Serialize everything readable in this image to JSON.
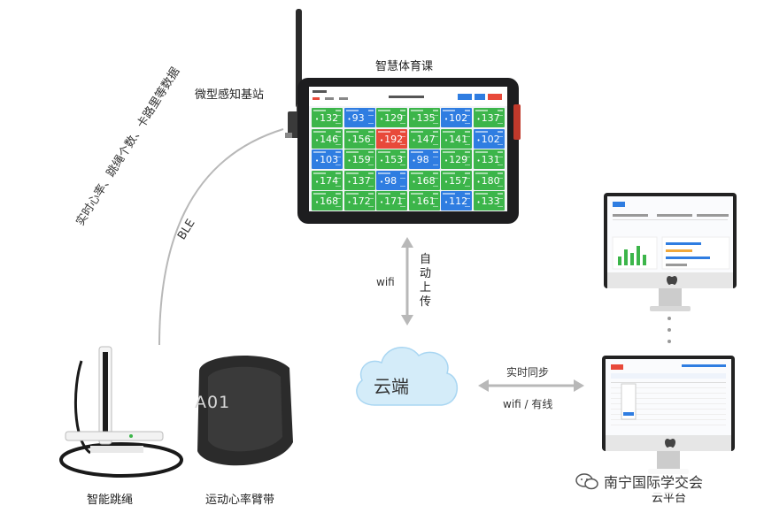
{
  "labels": {
    "tablet_title": "智慧体育课",
    "base_station": "微型感知基站",
    "ble_arc_text": "实时心率、跳绳个数、卡路里等数据",
    "ble": "BLE",
    "wifi_left": "wifi",
    "auto_upload": [
      "自",
      "动",
      "上",
      "传"
    ],
    "cloud": "云端",
    "sync": "实时同步",
    "wifi_wired": "wifi / 有线",
    "jump_rope": "智能跳绳",
    "armband": "运动心率臂带",
    "cloud_platform": "云平台",
    "watermark": "南宁国际学交会"
  },
  "armband": {
    "id": "A01"
  },
  "tablet_tiles": [
    {
      "hr": "132",
      "color": "green"
    },
    {
      "hr": "93",
      "color": "blue"
    },
    {
      "hr": "129",
      "color": "green"
    },
    {
      "hr": "135",
      "color": "green"
    },
    {
      "hr": "102",
      "color": "blue"
    },
    {
      "hr": "137",
      "color": "green"
    },
    {
      "hr": "146",
      "color": "green"
    },
    {
      "hr": "156",
      "color": "green"
    },
    {
      "hr": "192",
      "color": "red"
    },
    {
      "hr": "147",
      "color": "green"
    },
    {
      "hr": "141",
      "color": "green"
    },
    {
      "hr": "102",
      "color": "blue"
    },
    {
      "hr": "103",
      "color": "blue"
    },
    {
      "hr": "159",
      "color": "green"
    },
    {
      "hr": "153",
      "color": "green"
    },
    {
      "hr": "98",
      "color": "blue"
    },
    {
      "hr": "129",
      "color": "green"
    },
    {
      "hr": "131",
      "color": "green"
    },
    {
      "hr": "174",
      "color": "green"
    },
    {
      "hr": "137",
      "color": "green"
    },
    {
      "hr": "98",
      "color": "blue"
    },
    {
      "hr": "168",
      "color": "green"
    },
    {
      "hr": "157",
      "color": "green"
    },
    {
      "hr": "180",
      "color": "green"
    },
    {
      "hr": "168",
      "color": "green"
    },
    {
      "hr": "172",
      "color": "green"
    },
    {
      "hr": "171",
      "color": "green"
    },
    {
      "hr": "161",
      "color": "green"
    },
    {
      "hr": "112",
      "color": "blue"
    },
    {
      "hr": "133",
      "color": "green"
    }
  ],
  "colors": {
    "green": "#3cb54a",
    "blue": "#2f7de1",
    "red": "#e8493a",
    "arrow": "#b8b8b8",
    "cloud_fill": "#d4ecf9",
    "cloud_text": "#333333"
  }
}
